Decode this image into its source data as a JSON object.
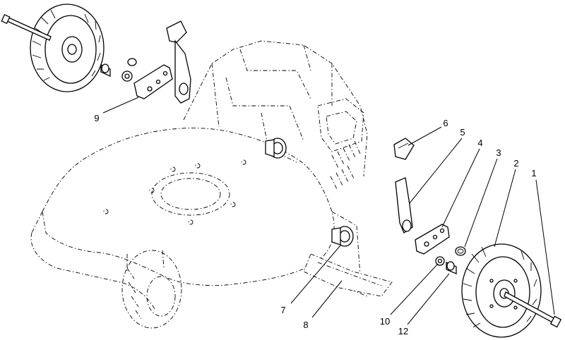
{
  "diagram": {
    "callouts": {
      "c1": "1",
      "c2": "2",
      "c3": "3",
      "c4": "4",
      "c5": "5",
      "c6": "6",
      "c7": "7",
      "c8": "8",
      "c9": "9",
      "c10": "10",
      "c12": "12"
    }
  }
}
